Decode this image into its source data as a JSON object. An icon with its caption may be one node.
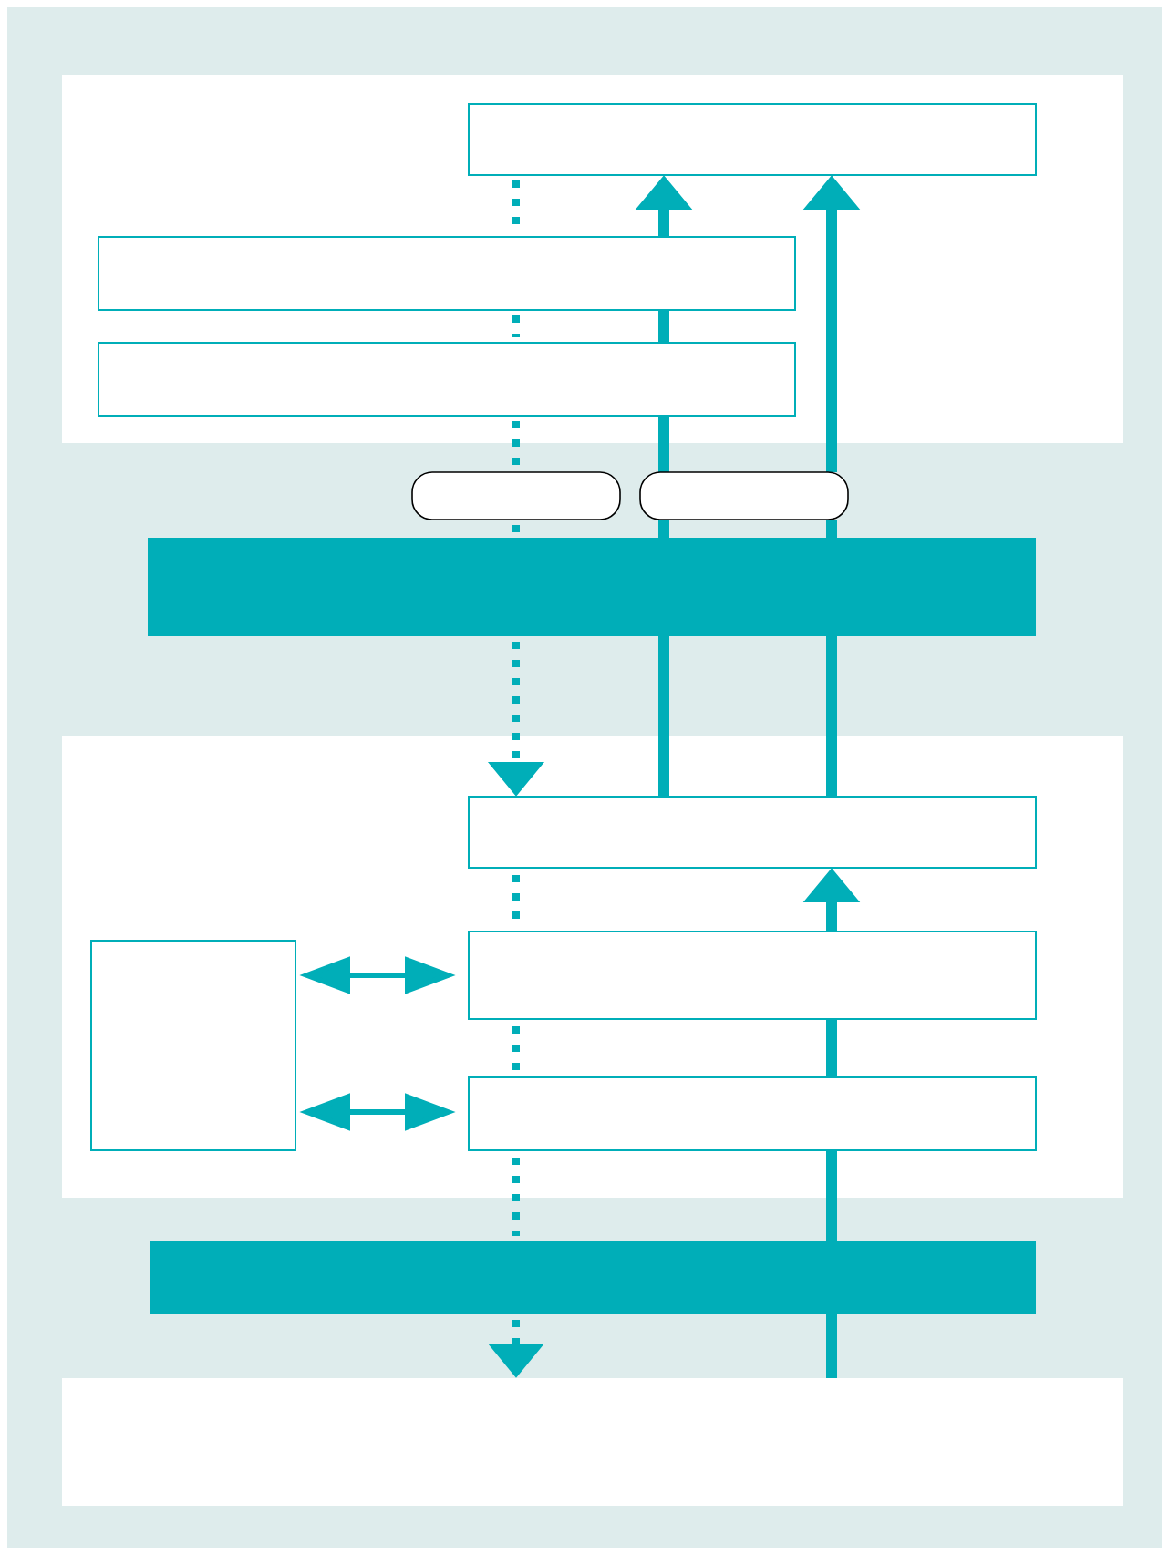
{
  "diagram": {
    "nodes": [
      {
        "text": [],
        "shape": "band"
      },
      {
        "text": [],
        "shape": "box",
        "in": 0
      },
      {
        "text": [],
        "shape": "box",
        "in": 0
      },
      {
        "text": [],
        "shape": "box",
        "in": 0
      },
      {
        "text": [],
        "shape": "pill"
      },
      {
        "text": [],
        "shape": "pill"
      },
      {
        "text": [],
        "shape": "bar"
      },
      {
        "text": [],
        "shape": "band"
      },
      {
        "text": [],
        "shape": "box",
        "in": 7
      },
      {
        "text": [],
        "shape": "box",
        "in": 7
      },
      {
        "text": [],
        "shape": "box",
        "in": 7
      },
      {
        "text": [],
        "shape": "box",
        "in": 7
      },
      {
        "text": [],
        "shape": "bar"
      },
      {
        "text": [],
        "shape": "band"
      }
    ],
    "edges": [
      {
        "from": 1,
        "to": 2,
        "arrow": "none",
        "style": "dashed"
      },
      {
        "from": 2,
        "to": 3,
        "arrow": "none",
        "style": "dashed"
      },
      {
        "from": 3,
        "to": 4,
        "arrow": "none",
        "style": "dashed"
      },
      {
        "from": 4,
        "to": 6,
        "arrow": "none",
        "style": "dashed"
      },
      {
        "from": 6,
        "to": 8,
        "arrow": "to",
        "style": "dashed"
      },
      {
        "from": 8,
        "to": 6,
        "arrow": "none"
      },
      {
        "from": 6,
        "to": 5,
        "arrow": "none"
      },
      {
        "from": 5,
        "to": 3,
        "arrow": "none"
      },
      {
        "from": 3,
        "to": 2,
        "arrow": "none"
      },
      {
        "from": 2,
        "to": 1,
        "arrow": "to"
      },
      {
        "from": 8,
        "to": 6,
        "arrow": "none"
      },
      {
        "from": 6,
        "to": 5,
        "arrow": "none"
      },
      {
        "from": 5,
        "to": 1,
        "arrow": "to"
      },
      {
        "from": 9,
        "to": 8,
        "arrow": "to"
      },
      {
        "from": 10,
        "to": 9,
        "arrow": "none"
      },
      {
        "from": 12,
        "to": 10,
        "arrow": "none"
      },
      {
        "from": 13,
        "to": 12,
        "arrow": "none"
      },
      {
        "from": 8,
        "to": 9,
        "arrow": "none",
        "style": "dashed"
      },
      {
        "from": 9,
        "to": 10,
        "arrow": "none",
        "style": "dashed"
      },
      {
        "from": 10,
        "to": 12,
        "arrow": "none",
        "style": "dashed"
      },
      {
        "from": 12,
        "to": 13,
        "arrow": "to",
        "style": "dashed"
      },
      {
        "from": 11,
        "to": 9,
        "arrow": "both"
      },
      {
        "from": 11,
        "to": 10,
        "arrow": "both"
      }
    ]
  }
}
